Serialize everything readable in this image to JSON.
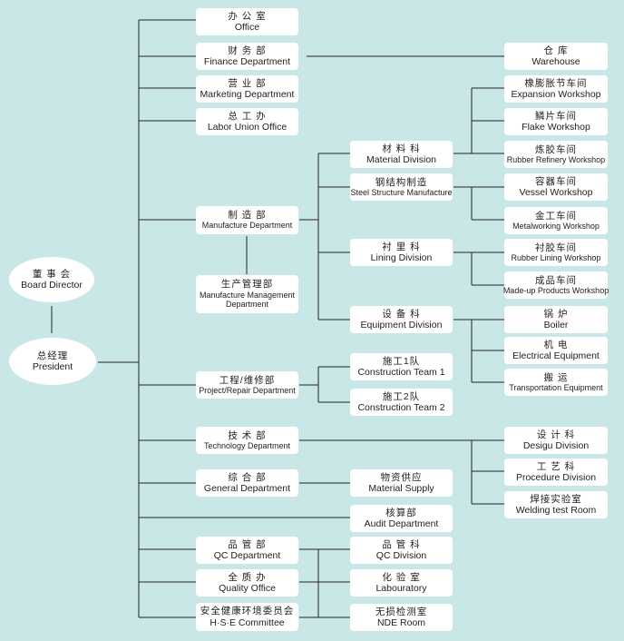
{
  "colors": {
    "background": "#c9e7e7",
    "box": "#ffffff",
    "line": "#222222"
  },
  "nodes": {
    "board": {
      "zh": "董 事 会",
      "en": "Board Director"
    },
    "president": {
      "zh": "总经理",
      "en": "President"
    },
    "office": {
      "zh": "办 公 室",
      "en": "Office"
    },
    "finance": {
      "zh": "财 务 部",
      "en": "Finance Department"
    },
    "marketing": {
      "zh": "营 业 部",
      "en": "Marketing Department"
    },
    "labor": {
      "zh": "总 工 办",
      "en": "Labor Union Office"
    },
    "manufacture": {
      "zh": "制 造 部",
      "en": "Manufacture Department"
    },
    "prod_mgmt": {
      "zh": "生产管理部",
      "en": "Manufacture Management",
      "en2": "Department"
    },
    "project": {
      "zh": "工程/维修部",
      "en": "Project/Repair Department"
    },
    "technology": {
      "zh": "技 术 部",
      "en": "Technology Department"
    },
    "general": {
      "zh": "综 合 部",
      "en": "General Department"
    },
    "qc_dept": {
      "zh": "品 管 部",
      "en": "QC Department"
    },
    "quality": {
      "zh": "全 质 办",
      "en": "Quality Office"
    },
    "hse": {
      "zh": "安全健康环境委员会",
      "en": "H·S·E Committee"
    },
    "material": {
      "zh": "材 料 科",
      "en": "Material Division"
    },
    "steel": {
      "zh": "钢结构制造",
      "en": "Steel Structure Manufacture"
    },
    "lining": {
      "zh": "衬 里 科",
      "en": "Lining Division"
    },
    "equipment": {
      "zh": "设 备 科",
      "en": "Equipment Division"
    },
    "team1": {
      "zh": "施工1队",
      "en": "Construction Team 1"
    },
    "team2": {
      "zh": "施工2队",
      "en": "Construction Team 2"
    },
    "supply": {
      "zh": "物资供应",
      "en": "Material Supply"
    },
    "audit": {
      "zh": "核算部",
      "en": "Audit Department"
    },
    "qc_div": {
      "zh": "品 管 科",
      "en": "QC Division"
    },
    "lab": {
      "zh": "化 验 室",
      "en": "Labouratory"
    },
    "nde": {
      "zh": "无损检测室",
      "en": "NDE Room"
    },
    "warehouse": {
      "zh": "仓 库",
      "en": "Warehouse"
    },
    "expansion": {
      "zh": "橡膨胀节车间",
      "en": "Expansion Workshop"
    },
    "flake": {
      "zh": "鳞片车间",
      "en": "Flake Workshop"
    },
    "rubber_ref": {
      "zh": "炼胶车间",
      "en": "Rubber Refinery Workshop"
    },
    "vessel": {
      "zh": "容器车间",
      "en": "Vessel Workshop"
    },
    "metal": {
      "zh": "金工车间",
      "en": "Metalworking Workshop"
    },
    "rubber_lin": {
      "zh": "衬胶车间",
      "en": "Rubber Lining Workshop"
    },
    "madeup": {
      "zh": "成品车间",
      "en": "Made-up Products Workshop"
    },
    "boiler": {
      "zh": "锅 炉",
      "en": "Boiler"
    },
    "electrical": {
      "zh": "机 电",
      "en": "Electrical Equipment"
    },
    "transport": {
      "zh": "搬 运",
      "en": "Transportation Equipment"
    },
    "design": {
      "zh": "设 计 科",
      "en": "Desigu Division"
    },
    "procedure": {
      "zh": "工 艺 科",
      "en": "Procedure Division"
    },
    "welding": {
      "zh": "焊接实验室",
      "en": "Welding test Room"
    }
  }
}
